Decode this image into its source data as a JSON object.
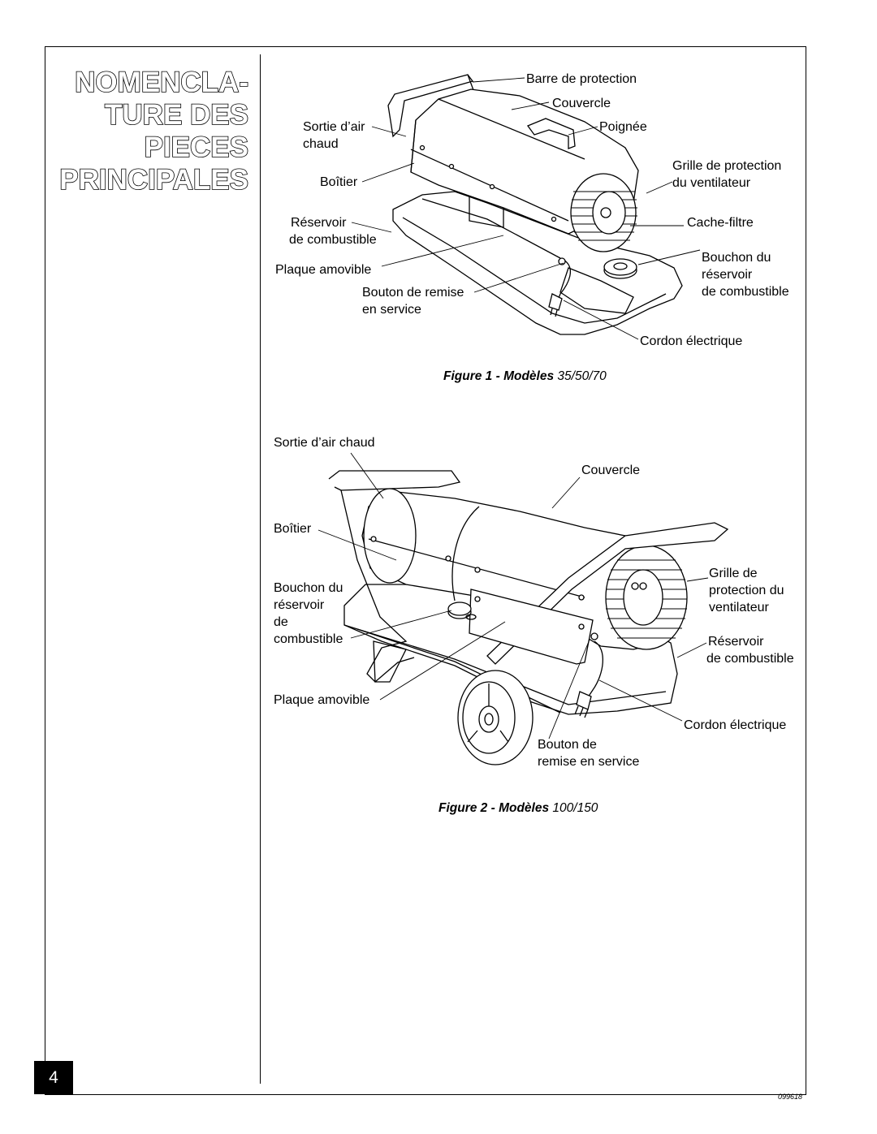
{
  "heading": {
    "line1": "NOMENCLA-",
    "line2": "TURE DES",
    "line3": "PIECES",
    "line4": "PRINCIPALES"
  },
  "page_number": "4",
  "doc_number": "099618",
  "figure1": {
    "caption_prefix": "Figure 1 - Modèles",
    "caption_models": " 35/50/70",
    "labels": {
      "barre": "Barre de protection",
      "couvercle": "Couvercle",
      "sortie_1": "Sortie d’air",
      "sortie_2": "chaud",
      "poignee": "Poignée",
      "grille_1": "Grille de protection",
      "grille_2": "du ventilateur",
      "boitier": "Boîtier",
      "reservoir_1": "Réservoir",
      "reservoir_2": "de combustible",
      "cache_filtre": "Cache-filtre",
      "plaque": "Plaque amovible",
      "bouchon_1": "Bouchon du",
      "bouchon_2": "réservoir",
      "bouchon_3": "de combustible",
      "bouton_1": "Bouton de remise",
      "bouton_2": "en service",
      "cordon": "Cordon électrique"
    }
  },
  "figure2": {
    "caption_prefix": "Figure 2 - Modèles",
    "caption_models": " 100/150",
    "labels": {
      "sortie": "Sortie d’air chaud",
      "couvercle": "Couvercle",
      "boitier": "Boîtier",
      "bouchon_1": "Bouchon du",
      "bouchon_2": "réservoir",
      "bouchon_3": "de",
      "bouchon_4": "combustible",
      "grille_1": "Grille de",
      "grille_2": "protection du",
      "grille_3": "ventilateur",
      "reservoir_1": "Réservoir",
      "reservoir_2": "de combustible",
      "plaque": "Plaque amovible",
      "cordon": "Cordon électrique",
      "bouton_1": "Bouton de",
      "bouton_2": "remise en service"
    }
  }
}
